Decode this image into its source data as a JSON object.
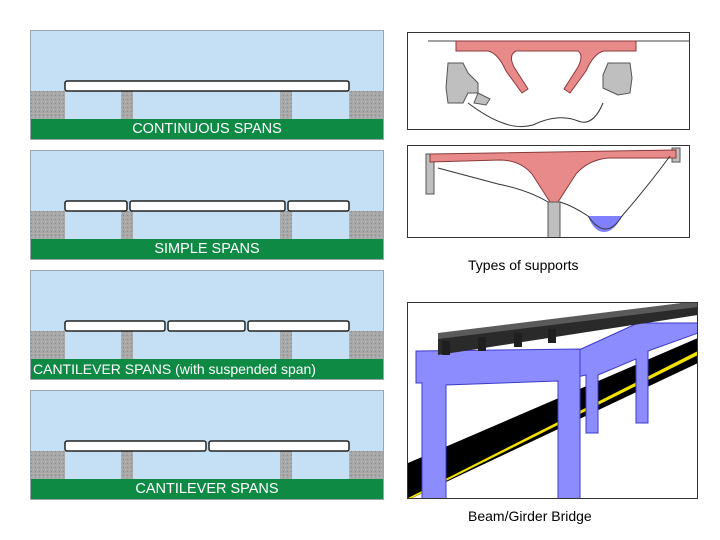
{
  "span_panels": [
    {
      "label": "CONTINUOUS SPANS"
    },
    {
      "label": "SIMPLE SPANS"
    },
    {
      "label": "CANTILEVER SPANS (with suspended span)"
    },
    {
      "label": "CANTILEVER SPANS"
    }
  ],
  "captions": {
    "supports": "Types of supports",
    "beam_bridge": "Beam/Girder Bridge"
  },
  "colors": {
    "sky": "#c5e0f4",
    "ground_band": "#0f8a45",
    "arch_frame": "#e88a8a",
    "pier_blue": "#8c8cff",
    "girder_black": "#1f1f1f",
    "road_stripe": "#f2e200"
  }
}
